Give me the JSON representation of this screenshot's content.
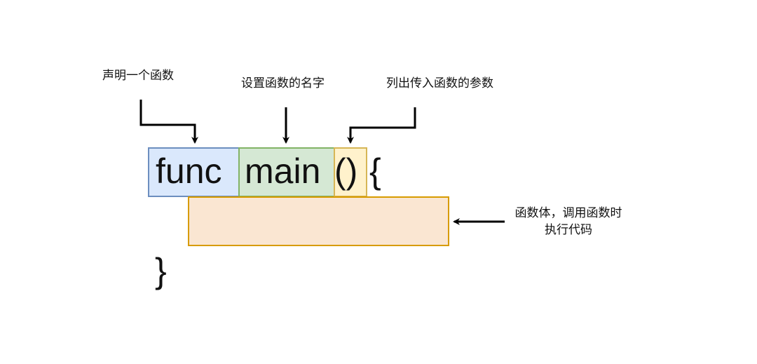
{
  "annotations": {
    "declare": "声明一个函数",
    "name": "设置函数的名字",
    "params": "列出传入函数的参数",
    "body_line1": "函数体，调用函数时",
    "body_line2": "执行代码"
  },
  "code": {
    "keyword": "func",
    "func_name": "main",
    "parens": "()",
    "open_brace": "{",
    "close_brace": "}"
  },
  "colors": {
    "keyword_fill": "#dae8fc",
    "keyword_stroke": "#6c8ebf",
    "name_fill": "#d5e8d4",
    "name_stroke": "#82b366",
    "params_fill": "#fff2cc",
    "params_stroke": "#d6b656",
    "body_fill": "#fae6d2",
    "body_stroke": "#d79b00"
  }
}
